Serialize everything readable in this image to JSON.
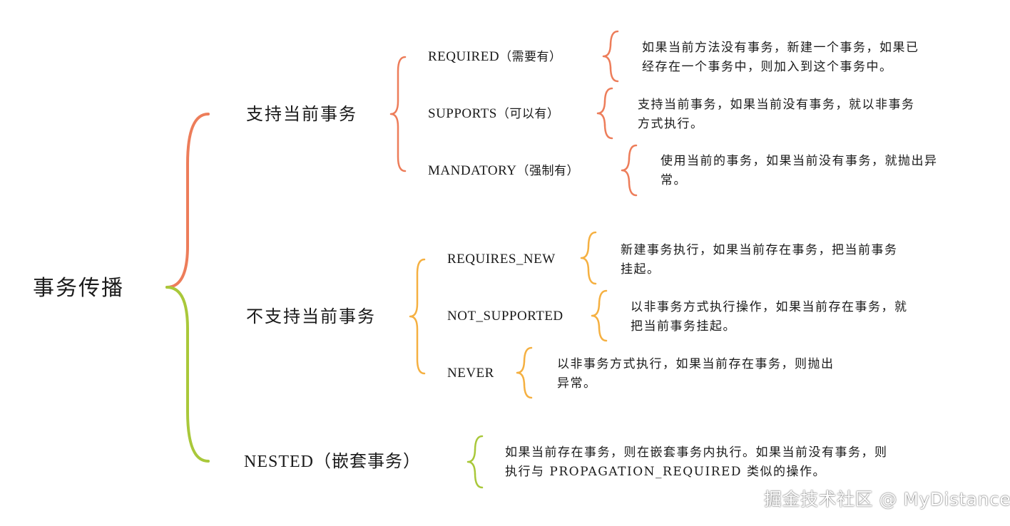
{
  "root": {
    "label": "事务传播"
  },
  "groups": [
    {
      "label": "支持当前事务",
      "items": [
        {
          "name": "REQUIRED",
          "note": "（需要有）",
          "desc": [
            "如果当前方法没有事务，新建一个事务，如果已",
            "经存在一个事务中，则加入到这个事务中。"
          ]
        },
        {
          "name": "SUPPORTS",
          "note": "（可以有）",
          "desc": [
            "支持当前事务，如果当前没有事务，就以非事务",
            "方式执行。"
          ]
        },
        {
          "name": "MANDATORY",
          "note": "（强制有）",
          "desc": [
            "使用当前的事务，如果当前没有事务，就抛出异",
            "常。"
          ]
        }
      ]
    },
    {
      "label": "不支持当前事务",
      "items": [
        {
          "name": "REQUIRES_NEW",
          "note": "",
          "desc": [
            "新建事务执行，如果当前存在事务，把当前事务",
            "挂起。"
          ]
        },
        {
          "name": "NOT_SUPPORTED",
          "note": "",
          "desc": [
            "以非事务方式执行操作，如果当前存在事务，就",
            "把当前事务挂起。"
          ]
        },
        {
          "name": "NEVER",
          "note": "",
          "desc": [
            "以非事务方式执行，如果当前存在事务，则抛出",
            "异常。"
          ]
        }
      ]
    },
    {
      "label": "NESTED（嵌套事务）",
      "items": [],
      "desc": [
        "如果当前存在事务，则在嵌套事务内执行。如果当前没有事务，则",
        "执行与 PROPAGATION_REQUIRED 类似的操作。"
      ]
    }
  ],
  "watermark": "掘金技术社区 @ MyDistance",
  "colors": {
    "support": "#ED7D5A",
    "not_support": "#F5B041",
    "nested": "#A9C83A",
    "text": "#1a1a1a"
  }
}
